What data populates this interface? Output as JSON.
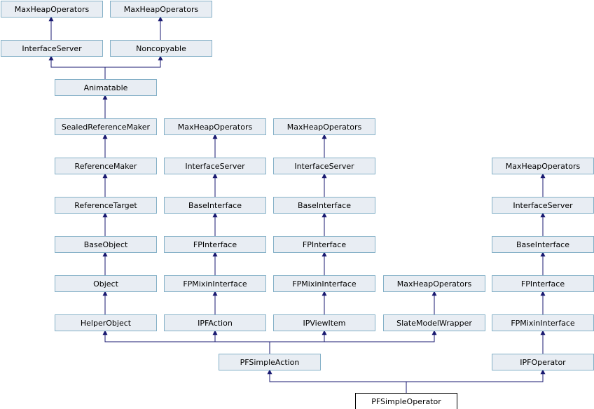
{
  "colors": {
    "node_fill": "#e8edf3",
    "node_border": "#84b0c7",
    "highlight_fill": "#ffffff",
    "highlight_border": "#000000",
    "edge": "#191970"
  },
  "nodes": [
    {
      "id": "n1",
      "label": "MaxHeapOperators"
    },
    {
      "id": "n2",
      "label": "MaxHeapOperators"
    },
    {
      "id": "n3",
      "label": "InterfaceServer"
    },
    {
      "id": "n4",
      "label": "Noncopyable"
    },
    {
      "id": "n5",
      "label": "Animatable"
    },
    {
      "id": "n6",
      "label": "SealedReferenceMaker"
    },
    {
      "id": "n7",
      "label": "ReferenceMaker"
    },
    {
      "id": "n8",
      "label": "ReferenceTarget"
    },
    {
      "id": "n9",
      "label": "BaseObject"
    },
    {
      "id": "n10",
      "label": "Object"
    },
    {
      "id": "n11",
      "label": "HelperObject"
    },
    {
      "id": "n12",
      "label": "MaxHeapOperators"
    },
    {
      "id": "n13",
      "label": "InterfaceServer"
    },
    {
      "id": "n14",
      "label": "BaseInterface"
    },
    {
      "id": "n15",
      "label": "FPInterface"
    },
    {
      "id": "n16",
      "label": "FPMixinInterface"
    },
    {
      "id": "n17",
      "label": "IPFAction"
    },
    {
      "id": "n18",
      "label": "MaxHeapOperators"
    },
    {
      "id": "n19",
      "label": "InterfaceServer"
    },
    {
      "id": "n20",
      "label": "BaseInterface"
    },
    {
      "id": "n21",
      "label": "FPInterface"
    },
    {
      "id": "n22",
      "label": "FPMixinInterface"
    },
    {
      "id": "n23",
      "label": "IPViewItem"
    },
    {
      "id": "n24",
      "label": "MaxHeapOperators"
    },
    {
      "id": "n25",
      "label": "SlateModelWrapper"
    },
    {
      "id": "n26",
      "label": "MaxHeapOperators"
    },
    {
      "id": "n27",
      "label": "InterfaceServer"
    },
    {
      "id": "n28",
      "label": "BaseInterface"
    },
    {
      "id": "n29",
      "label": "FPInterface"
    },
    {
      "id": "n30",
      "label": "FPMixinInterface"
    },
    {
      "id": "n31",
      "label": "PFSimpleAction"
    },
    {
      "id": "n32",
      "label": "IPFOperator"
    },
    {
      "id": "n33",
      "label": "PFSimpleOperator",
      "highlight": true
    }
  ]
}
